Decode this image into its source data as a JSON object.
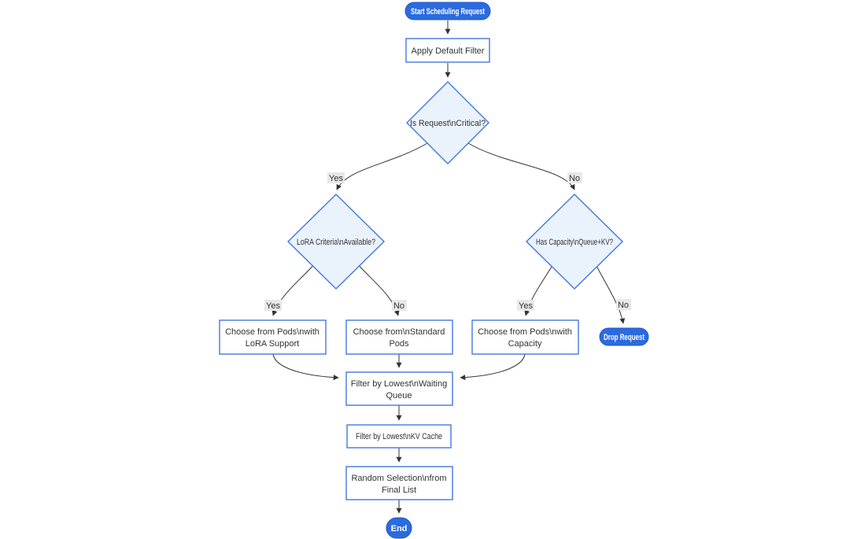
{
  "diagram": {
    "kind": "flowchart",
    "background_color": "#ffffff",
    "colors": {
      "accent_fill": "#2b6bdf",
      "accent_border": "#2257c9",
      "accent_text": "#ffffff",
      "node_fill": "#ffffff",
      "node_border": "#4377e0",
      "decision_fill": "#eaf2fc",
      "decision_border": "#4377e0",
      "node_text": "#333333",
      "edge_color": "#333333",
      "edge_label_bg": "#e8e8e8"
    },
    "nodes": {
      "start": {
        "shape": "stadium",
        "label": "Start Scheduling Request",
        "lines": [
          "Start Scheduling Request"
        ]
      },
      "apply_filter": {
        "shape": "rect",
        "label": "Apply Default Filter",
        "lines": [
          "Apply Default Filter"
        ]
      },
      "is_critical": {
        "shape": "diamond",
        "label": "Is Request\\nCritical?",
        "lines": [
          "Is Request\\nCritical?"
        ]
      },
      "lora_criteria": {
        "shape": "diamond",
        "label": "LoRA Criteria\\nAvailable?",
        "lines": [
          "LoRA Criteria\\nAvailable?"
        ]
      },
      "has_capacity": {
        "shape": "diamond",
        "label": "Has Capacity\\nQueue+KV?",
        "lines": [
          "Has Capacity\\nQueue+KV?"
        ]
      },
      "choose_lora": {
        "shape": "rect",
        "label": "Choose from Pods\\nwith LoRA Support",
        "lines": [
          "Choose from Pods\\nwith",
          "LoRA Support"
        ]
      },
      "choose_standard": {
        "shape": "rect",
        "label": "Choose from\\nStandard Pods",
        "lines": [
          "Choose from\\nStandard",
          "Pods"
        ]
      },
      "choose_capacity": {
        "shape": "rect",
        "label": "Choose from Pods\\nwith Capacity",
        "lines": [
          "Choose from Pods\\nwith",
          "Capacity"
        ]
      },
      "drop_request": {
        "shape": "stadium",
        "label": "Drop Request",
        "lines": [
          "Drop Request"
        ]
      },
      "filter_queue": {
        "shape": "rect",
        "label": "Filter by Lowest\\nWaiting Queue",
        "lines": [
          "Filter by Lowest\\nWaiting",
          "Queue"
        ]
      },
      "filter_kv": {
        "shape": "rect",
        "label": "Filter by Lowest\\nKV Cache",
        "lines": [
          "Filter by Lowest\\nKV Cache"
        ]
      },
      "random_selection": {
        "shape": "rect",
        "label": "Random Selection\\nfrom Final List",
        "lines": [
          "Random Selection\\nfrom",
          "Final List"
        ]
      },
      "end": {
        "shape": "stadium",
        "label": "End",
        "lines": [
          "End"
        ]
      }
    },
    "edges": [
      {
        "from": "start",
        "to": "apply_filter",
        "label": ""
      },
      {
        "from": "apply_filter",
        "to": "is_critical",
        "label": ""
      },
      {
        "from": "is_critical",
        "to": "lora_criteria",
        "label": "Yes"
      },
      {
        "from": "is_critical",
        "to": "has_capacity",
        "label": "No"
      },
      {
        "from": "lora_criteria",
        "to": "choose_lora",
        "label": "Yes"
      },
      {
        "from": "lora_criteria",
        "to": "choose_standard",
        "label": "No"
      },
      {
        "from": "has_capacity",
        "to": "choose_capacity",
        "label": "Yes"
      },
      {
        "from": "has_capacity",
        "to": "drop_request",
        "label": "No"
      },
      {
        "from": "choose_lora",
        "to": "filter_queue",
        "label": ""
      },
      {
        "from": "choose_standard",
        "to": "filter_queue",
        "label": ""
      },
      {
        "from": "choose_capacity",
        "to": "filter_queue",
        "label": ""
      },
      {
        "from": "filter_queue",
        "to": "filter_kv",
        "label": ""
      },
      {
        "from": "filter_kv",
        "to": "random_selection",
        "label": ""
      },
      {
        "from": "random_selection",
        "to": "end",
        "label": ""
      }
    ]
  }
}
